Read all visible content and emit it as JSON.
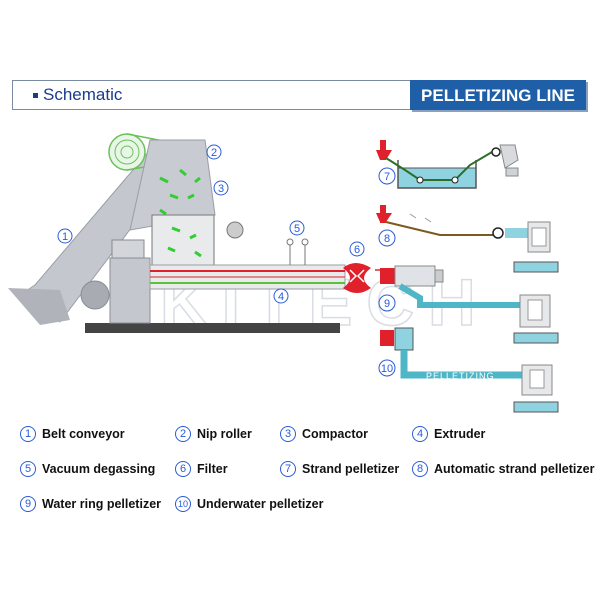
{
  "header": {
    "left_title": "Schematic",
    "right_title": "PELLETIZING LINE"
  },
  "watermark": "KITECH",
  "diagram_label": "PELLETIZING",
  "callouts": [
    "1",
    "2",
    "3",
    "4",
    "5",
    "6",
    "7",
    "8",
    "9",
    "10"
  ],
  "legend": [
    {
      "num": "1",
      "label": "Belt conveyor"
    },
    {
      "num": "2",
      "label": "Nip roller"
    },
    {
      "num": "3",
      "label": "Compactor"
    },
    {
      "num": "4",
      "label": "Extruder"
    },
    {
      "num": "5",
      "label": "Vacuum degassing"
    },
    {
      "num": "6",
      "label": "Filter"
    },
    {
      "num": "7",
      "label": "Strand pelletizer"
    },
    {
      "num": "8",
      "label": "Automatic strand pelletizer"
    },
    {
      "num": "9",
      "label": "Water ring pelletizer"
    },
    {
      "num": "10",
      "label": "Underwater pelletizer"
    }
  ],
  "colors": {
    "header_blue": "#1f5fa8",
    "callout": "#2a5bd7",
    "machine": "#b8bcc2",
    "red": "#e0202a",
    "green": "#5cc03a",
    "water": "#4fb6c8"
  }
}
